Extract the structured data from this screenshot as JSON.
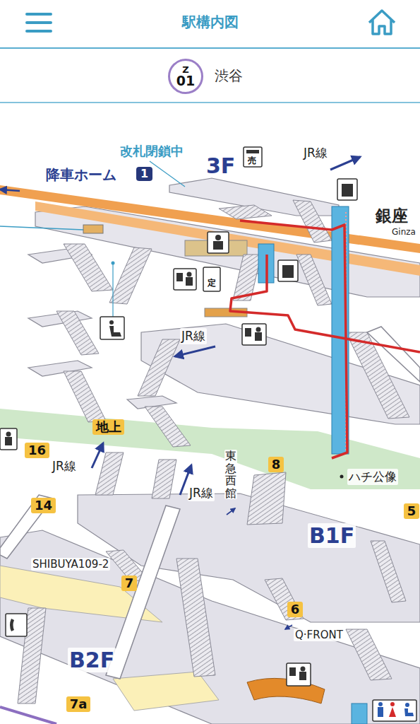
{
  "diagram": {
    "title": "駅構内図",
    "nodes": [
      {
        "text": [
          "Z",
          "01"
        ]
      },
      {
        "text": [
          "1"
        ]
      },
      {
        "text": [
          "地上"
        ]
      },
      {
        "text": [
          "16"
        ]
      },
      {
        "text": [
          "14"
        ]
      },
      {
        "text": [
          "8"
        ]
      },
      {
        "text": [
          "7"
        ]
      },
      {
        "text": [
          "6"
        ]
      },
      {
        "text": [
          "7a"
        ]
      },
      {
        "text": [
          "5"
        ]
      }
    ],
    "labels": [
      "渋谷",
      "改札閉鎖中",
      "降車ホーム",
      "3F",
      "JR線",
      "売",
      "銀座",
      "Ginza",
      "定",
      "JR線",
      "JR線",
      "JR線",
      "東急西館",
      "ハチ公像",
      "B1F",
      "SHIBUYA109-2",
      "Q·FRONT",
      "B2F"
    ]
  }
}
